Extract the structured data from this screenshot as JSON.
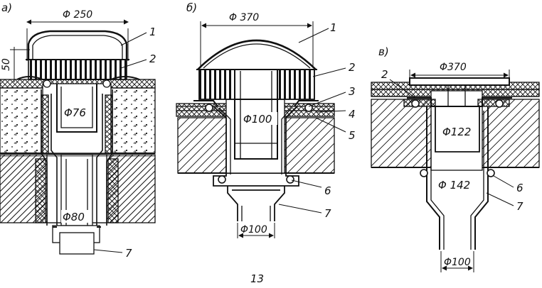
{
  "figure_number": "13",
  "panels": [
    {
      "id": "a",
      "panel_label": "а)",
      "top_diameter": "Φ 250",
      "height_dim": "50",
      "neck_diameter": "Φ76",
      "pipe_diameter": "Φ80",
      "callouts": [
        "1",
        "2",
        "7"
      ]
    },
    {
      "id": "b",
      "panel_label": "б)",
      "top_diameter": "Φ 370",
      "neck_diameter": "Φ100",
      "outlet_diameter": "Φ100",
      "callouts": [
        "1",
        "2",
        "3",
        "4",
        "5",
        "6",
        "7"
      ]
    },
    {
      "id": "v",
      "panel_label": "в)",
      "top_diameter": "Φ370",
      "neck_diameter": "Φ122",
      "body_diameter": "Φ 142",
      "outlet_diameter": "Φ100",
      "callouts": [
        "2",
        "6",
        "7"
      ]
    }
  ],
  "colors": {
    "ink": "#111111",
    "paper": "#ffffff"
  }
}
